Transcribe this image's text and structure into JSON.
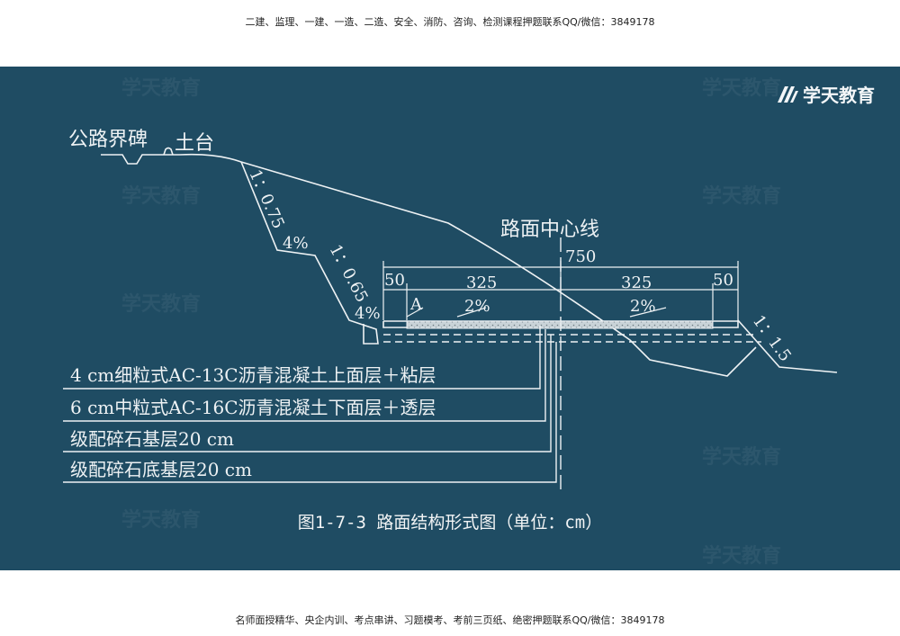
{
  "header_text": "二建、监理、一建、一造、二造、安全、消防、咨询、检测课程押题联系QQ/微信：3849178",
  "footer_text": "名师面授精华、央企内训、考点串讲、习题模考、考前三页纸、绝密押题联系QQ/微信：3849178",
  "logo_text": "学天教育",
  "watermark_text": "学天教育",
  "diagram": {
    "label_boundary_marker": "公路界碑",
    "label_earth_platform": "土台",
    "slope_upper": "1：0.75",
    "grade_berm": "4%",
    "slope_lower": "1：0.65",
    "grade_shoulder": "4%",
    "slope_fill": "1：1.5",
    "centerline_label": "路面中心线",
    "total_width": "750",
    "dim_left_shoulder": "50",
    "dim_left_lane": "325",
    "dim_right_lane": "325",
    "dim_right_shoulder": "50",
    "point_a": "A",
    "crossfall_left": "2%",
    "crossfall_right": "2%",
    "layers": [
      "4 cm细粒式AC-13C沥青混凝土上面层＋粘层",
      "6 cm中粒式AC-16C沥青混凝土下面层＋透层",
      "级配碎石基层20 cm",
      "级配碎石底基层20 cm"
    ]
  },
  "caption": "图1-7-3 路面结构形式图（单位：cm）",
  "colors": {
    "background": "#1f4c63",
    "lines": "#eef2f4",
    "page": "#ffffff"
  }
}
